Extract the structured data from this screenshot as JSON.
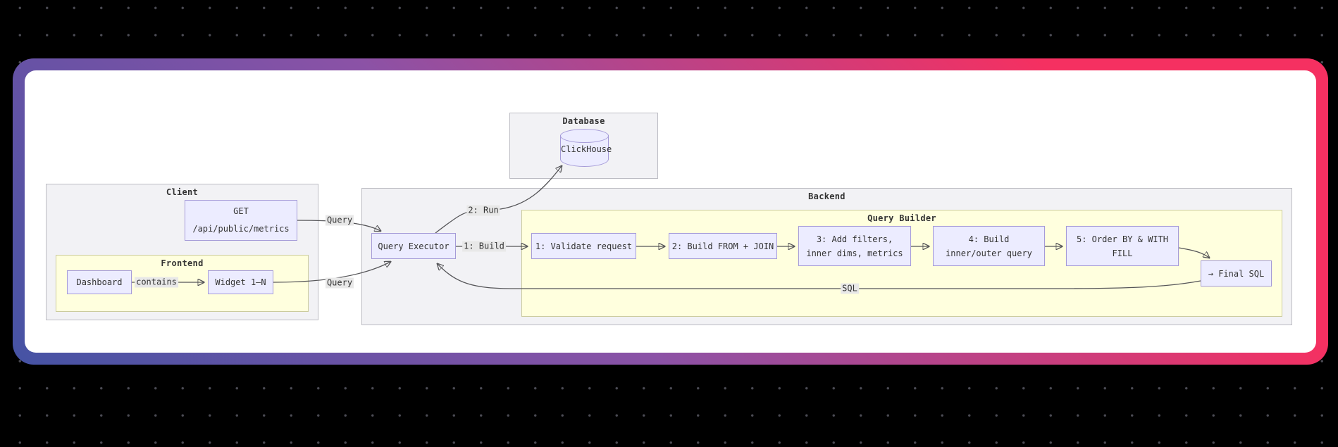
{
  "canvas": {
    "background_color": "#000000",
    "dot_color": "#4b4b54"
  },
  "card": {
    "gradient_colors": [
      "#4553a4",
      "#8b52a6",
      "#f53061"
    ],
    "background_color": "#ffffff"
  },
  "diagram": {
    "type": "flowchart",
    "node_fill": "#ececff",
    "node_border": "#a59bd8",
    "cluster_fill_gray": "#f2f2f5",
    "cluster_fill_yellow": "#ffffde",
    "clusters": {
      "database": {
        "label": "Database"
      },
      "client": {
        "label": "Client"
      },
      "frontend": {
        "label": "Frontend"
      },
      "backend": {
        "label": "Backend"
      },
      "query_builder": {
        "label": "Query Builder"
      }
    },
    "nodes": {
      "clickhouse": {
        "label": "ClickHouse"
      },
      "get": {
        "line1": "GET",
        "line2": "/api/public/metrics"
      },
      "dashboard": {
        "label": "Dashboard"
      },
      "widget": {
        "label": "Widget 1–N"
      },
      "qe": {
        "label": "Query Executor"
      },
      "qb1": {
        "label": "1: Validate request"
      },
      "qb2": {
        "label": "2: Build FROM + JOIN"
      },
      "qb3": {
        "line1": "3: Add filters,",
        "line2": "inner dims, metrics"
      },
      "qb4": {
        "line1": "4: Build",
        "line2": "inner/outer query"
      },
      "qb5": {
        "line1": "5: Order BY & WITH",
        "line2": "FILL"
      },
      "final_sql": {
        "label": "→ Final SQL"
      }
    },
    "edge_labels": {
      "query_get": "Query",
      "query_widget": "Query",
      "contains": "contains",
      "build": "1: Build",
      "run": "2: Run",
      "sql": "SQL"
    }
  }
}
